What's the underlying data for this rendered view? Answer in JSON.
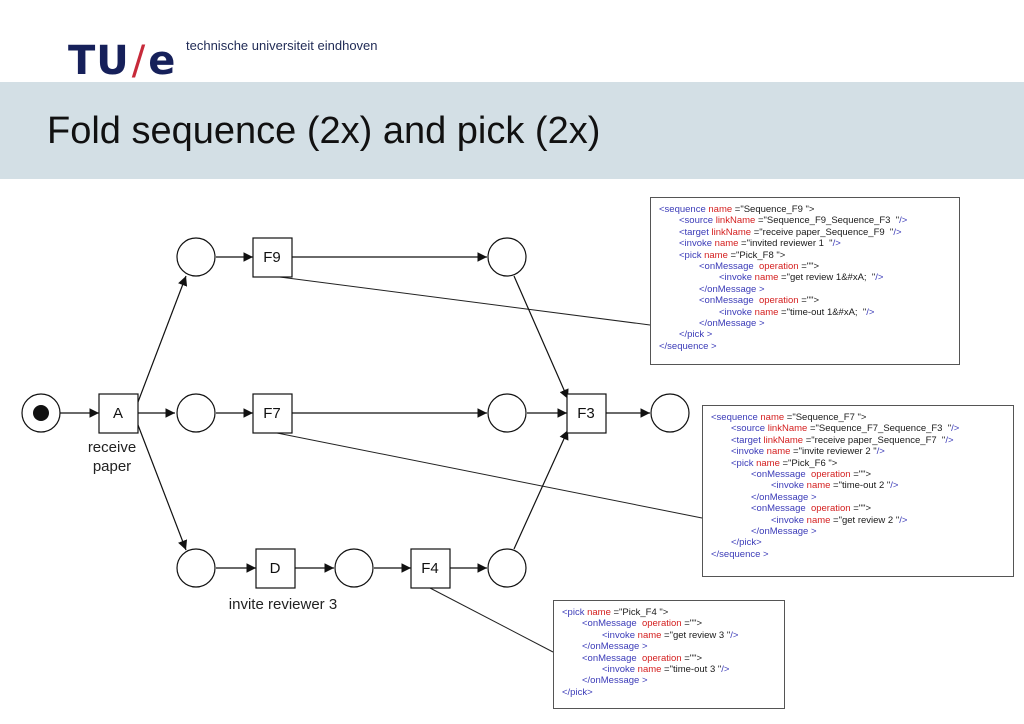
{
  "header": {
    "logo_left": "TU",
    "logo_slash": "/",
    "logo_right": "e",
    "university": "technische universiteit eindhoven",
    "title": "Fold sequence (2x) and pick (2x)"
  },
  "diagram": {
    "transitions": {
      "A": "A",
      "F9": "F9",
      "F7": "F7",
      "D": "D",
      "F4": "F4",
      "F3": "F3"
    },
    "labels": {
      "receive_line1": "receive",
      "receive_line2": "paper",
      "invite_reviewer_3": "invite reviewer 3"
    }
  },
  "code_boxes": {
    "f9": [
      {
        "indent": 0,
        "parts": [
          [
            "tag",
            "<sequence "
          ],
          [
            "attr",
            "name"
          ],
          [
            "val",
            " =\"Sequence_F9 \">"
          ]
        ]
      },
      {
        "indent": 1,
        "parts": [
          [
            "tag",
            "<source "
          ],
          [
            "attr",
            "linkName"
          ],
          [
            "val",
            " =\"Sequence_F9_Sequence_F3  \""
          ],
          [
            "tag",
            "/>"
          ]
        ]
      },
      {
        "indent": 1,
        "parts": [
          [
            "tag",
            "<target "
          ],
          [
            "attr",
            "linkName"
          ],
          [
            "val",
            " =\"receive paper_Sequence_F9  \""
          ],
          [
            "tag",
            "/>"
          ]
        ]
      },
      {
        "indent": 1,
        "parts": [
          [
            "tag",
            "<invoke "
          ],
          [
            "attr",
            "name"
          ],
          [
            "val",
            " =\"invited reviewer 1  \""
          ],
          [
            "tag",
            "/>"
          ]
        ]
      },
      {
        "indent": 1,
        "parts": [
          [
            "tag",
            "<pick "
          ],
          [
            "attr",
            "name"
          ],
          [
            "val",
            " =\"Pick_F8 \">"
          ]
        ]
      },
      {
        "indent": 2,
        "parts": [
          [
            "tag",
            "<onMessage "
          ],
          [
            "attr",
            " operation"
          ],
          [
            "val",
            " =\"\">"
          ]
        ]
      },
      {
        "indent": 3,
        "parts": [
          [
            "tag",
            "<invoke "
          ],
          [
            "attr",
            "name"
          ],
          [
            "val",
            " =\"get review 1&#xA;  \""
          ],
          [
            "tag",
            "/>"
          ]
        ]
      },
      {
        "indent": 2,
        "parts": [
          [
            "tag",
            "</onMessage "
          ],
          [
            "tag",
            ">"
          ]
        ]
      },
      {
        "indent": 2,
        "parts": [
          [
            "tag",
            "<onMessage "
          ],
          [
            "attr",
            " operation"
          ],
          [
            "val",
            " =\"\">"
          ]
        ]
      },
      {
        "indent": 3,
        "parts": [
          [
            "tag",
            "<invoke "
          ],
          [
            "attr",
            "name"
          ],
          [
            "val",
            " =\"time-out 1&#xA;  \""
          ],
          [
            "tag",
            "/>"
          ]
        ]
      },
      {
        "indent": 2,
        "parts": [
          [
            "tag",
            "</onMessage "
          ],
          [
            "tag",
            ">"
          ]
        ]
      },
      {
        "indent": 1,
        "parts": [
          [
            "tag",
            "</pick "
          ],
          [
            "tag",
            ">"
          ]
        ]
      },
      {
        "indent": 0,
        "parts": [
          [
            "tag",
            "</sequence "
          ],
          [
            "tag",
            ">"
          ]
        ]
      }
    ],
    "f7": [
      {
        "indent": 0,
        "parts": [
          [
            "tag",
            "<sequence "
          ],
          [
            "attr",
            "name"
          ],
          [
            "val",
            " =\"Sequence_F7 \">"
          ]
        ]
      },
      {
        "indent": 1,
        "parts": [
          [
            "tag",
            "<source "
          ],
          [
            "attr",
            "linkName"
          ],
          [
            "val",
            " =\"Sequence_F7_Sequence_F3  \""
          ],
          [
            "tag",
            "/>"
          ]
        ]
      },
      {
        "indent": 1,
        "parts": [
          [
            "tag",
            "<target "
          ],
          [
            "attr",
            "linkName"
          ],
          [
            "val",
            " =\"receive paper_Sequence_F7  \""
          ],
          [
            "tag",
            "/>"
          ]
        ]
      },
      {
        "indent": 1,
        "parts": [
          [
            "tag",
            "<invoke "
          ],
          [
            "attr",
            "name"
          ],
          [
            "val",
            " =\"invite reviewer 2 \""
          ],
          [
            "tag",
            "/>"
          ]
        ]
      },
      {
        "indent": 1,
        "parts": [
          [
            "tag",
            "<pick "
          ],
          [
            "attr",
            "name"
          ],
          [
            "val",
            " =\"Pick_F6 \">"
          ]
        ]
      },
      {
        "indent": 2,
        "parts": [
          [
            "tag",
            "<onMessage "
          ],
          [
            "attr",
            " operation"
          ],
          [
            "val",
            " =\"\">"
          ]
        ]
      },
      {
        "indent": 3,
        "parts": [
          [
            "tag",
            "<invoke "
          ],
          [
            "attr",
            "name"
          ],
          [
            "val",
            " =\"time-out 2 \""
          ],
          [
            "tag",
            "/>"
          ]
        ]
      },
      {
        "indent": 2,
        "parts": [
          [
            "tag",
            "</onMessage "
          ],
          [
            "tag",
            ">"
          ]
        ]
      },
      {
        "indent": 2,
        "parts": [
          [
            "tag",
            "<onMessage "
          ],
          [
            "attr",
            " operation"
          ],
          [
            "val",
            " =\"\">"
          ]
        ]
      },
      {
        "indent": 3,
        "parts": [
          [
            "tag",
            "<invoke "
          ],
          [
            "attr",
            "name"
          ],
          [
            "val",
            " =\"get review 2 \""
          ],
          [
            "tag",
            "/>"
          ]
        ]
      },
      {
        "indent": 2,
        "parts": [
          [
            "tag",
            "</onMessage "
          ],
          [
            "tag",
            ">"
          ]
        ]
      },
      {
        "indent": 1,
        "parts": [
          [
            "tag",
            "</pick"
          ],
          [
            "tag",
            ">"
          ]
        ]
      },
      {
        "indent": 0,
        "parts": [
          [
            "tag",
            "</sequence "
          ],
          [
            "tag",
            ">"
          ]
        ]
      }
    ],
    "f4": [
      {
        "indent": 0,
        "parts": [
          [
            "tag",
            "<pick "
          ],
          [
            "attr",
            "name"
          ],
          [
            "val",
            " =\"Pick_F4 \">"
          ]
        ]
      },
      {
        "indent": 1,
        "parts": [
          [
            "tag",
            "<onMessage "
          ],
          [
            "attr",
            " operation"
          ],
          [
            "val",
            " =\"\">"
          ]
        ]
      },
      {
        "indent": 2,
        "parts": [
          [
            "tag",
            "<invoke "
          ],
          [
            "attr",
            "name"
          ],
          [
            "val",
            " =\"get review 3 \""
          ],
          [
            "tag",
            "/>"
          ]
        ]
      },
      {
        "indent": 1,
        "parts": [
          [
            "tag",
            "</onMessage "
          ],
          [
            "tag",
            ">"
          ]
        ]
      },
      {
        "indent": 1,
        "parts": [
          [
            "tag",
            "<onMessage "
          ],
          [
            "attr",
            " operation"
          ],
          [
            "val",
            " =\"\">"
          ]
        ]
      },
      {
        "indent": 2,
        "parts": [
          [
            "tag",
            "<invoke "
          ],
          [
            "attr",
            "name"
          ],
          [
            "val",
            " =\"time-out 3 \""
          ],
          [
            "tag",
            "/>"
          ]
        ]
      },
      {
        "indent": 1,
        "parts": [
          [
            "tag",
            "</onMessage "
          ],
          [
            "tag",
            ">"
          ]
        ]
      },
      {
        "indent": 0,
        "parts": [
          [
            "tag",
            "</pick"
          ],
          [
            "tag",
            ">"
          ]
        ]
      }
    ]
  },
  "colors": {
    "title_band": "#d3dfe5",
    "logo_navy": "#16205a",
    "logo_red": "#c72a3a",
    "xml_tag": "#3b3bb8",
    "xml_attr": "#d42020"
  }
}
